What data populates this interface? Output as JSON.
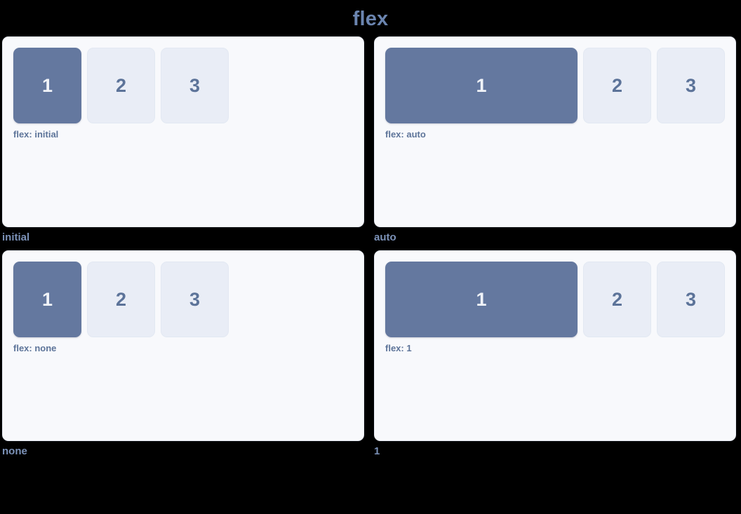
{
  "page": {
    "title": "flex",
    "background": "#000000",
    "accent": "#6b85b0",
    "card_bg": "#f8f9fc",
    "box_primary_color": "#64789f",
    "box_plain_color": "#e9edf6",
    "caption_color": "#7c92b8",
    "label_color": "#5d7499"
  },
  "cards": [
    {
      "mode": "initial",
      "flex_label": "flex: initial",
      "caption": "initial",
      "boxes": [
        {
          "label": "1",
          "style": "primary"
        },
        {
          "label": "2",
          "style": "plain"
        },
        {
          "label": "3",
          "style": "plain"
        }
      ]
    },
    {
      "mode": "auto",
      "flex_label": "flex: auto",
      "caption": "auto",
      "boxes": [
        {
          "label": "1",
          "style": "primary"
        },
        {
          "label": "2",
          "style": "plain"
        },
        {
          "label": "3",
          "style": "plain"
        }
      ]
    },
    {
      "mode": "none",
      "flex_label": "flex: none",
      "caption": "none",
      "boxes": [
        {
          "label": "1",
          "style": "primary"
        },
        {
          "label": "2",
          "style": "plain"
        },
        {
          "label": "3",
          "style": "plain"
        }
      ]
    },
    {
      "mode": "1",
      "flex_label": "flex: 1",
      "caption": "1",
      "boxes": [
        {
          "label": "1",
          "style": "primary"
        },
        {
          "label": "2",
          "style": "plain"
        },
        {
          "label": "3",
          "style": "plain"
        }
      ]
    }
  ]
}
